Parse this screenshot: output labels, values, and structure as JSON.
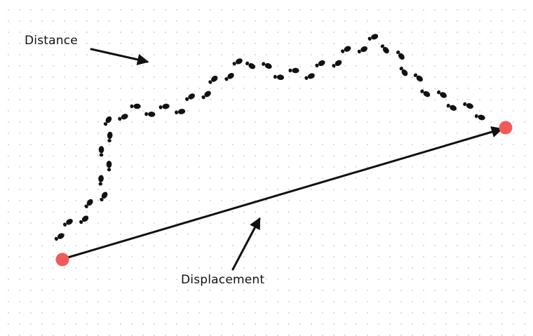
{
  "labels": {
    "distance": "Distance",
    "displacement": "Displacement"
  },
  "colors": {
    "background": "#ffffff",
    "endpoint": "#f25a5a",
    "ink": "#111111"
  },
  "icons": {
    "footprint": "footprint-icon",
    "endpoint": "endpoint-dot"
  }
}
